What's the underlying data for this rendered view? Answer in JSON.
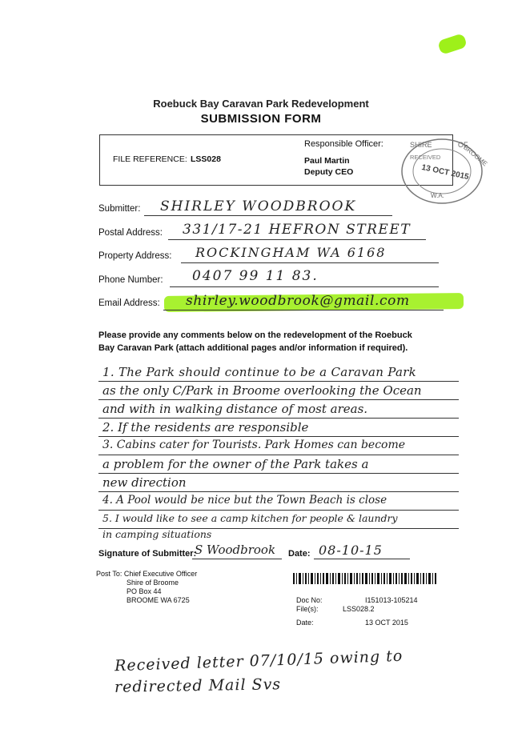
{
  "header": {
    "title": "Roebuck Bay Caravan Park Redevelopment",
    "subtitle": "SUBMISSION FORM"
  },
  "reference_box": {
    "file_reference_label": "FILE REFERENCE:",
    "file_reference_value": "LSS028",
    "responsible_officer_label": "Responsible Officer:",
    "officer_name": "Paul Martin",
    "officer_title": "Deputy CEO"
  },
  "stamp": {
    "line1": "SHIRE",
    "line2": "OF",
    "line3": "BROOME",
    "received": "RECEIVED",
    "date": "13 OCT 2015",
    "state": "W.A."
  },
  "fields": {
    "submitter_label": "Submitter:",
    "submitter_value": "SHIRLEY WOODBROOK",
    "postal_label": "Postal Address:",
    "postal_value": "331/17-21 HEFRON STREET",
    "property_label": "Property Address:",
    "property_value": "ROCKINGHAM WA 6168",
    "phone_label": "Phone Number:",
    "phone_value": "0407 99 11 83.",
    "email_label": "Email Address:",
    "email_value": "shirley.woodbrook@gmail.com"
  },
  "instructions": {
    "line1": "Please provide any comments below on the redevelopment of the Roebuck",
    "line2": "Bay Caravan Park (attach additional pages and/or information if required)."
  },
  "comments": [
    "1. The Park should continue to be a Caravan Park",
    "as the only C/Park in Broome overlooking the Ocean",
    "and with in walking distance of most areas.",
    "2. If the residents are responsible",
    "3. Cabins cater for Tourists. Park Homes can become",
    "a problem for the owner of the Park takes a",
    "new direction",
    "4. A Pool would be nice but the Town Beach is close",
    "5. I would like to see a camp kitchen for people & laundry",
    "in camping situations"
  ],
  "signature": {
    "label": "Signature of Submitter:",
    "value": "S Woodbrook",
    "date_label": "Date:",
    "date_value": "08-10-15"
  },
  "post_to": {
    "line1": "Post To: Chief Executive Officer",
    "line2": "Shire of Broome",
    "line3": "PO Box 44",
    "line4": "BROOME WA 6725"
  },
  "records": {
    "doc_no_label": "Doc No:",
    "doc_no_value": "I151013-105214",
    "files_label": "File(s):",
    "files_value": "LSS028.2",
    "date_label": "Date:",
    "date_value": "13 OCT 2015"
  },
  "note": {
    "line1": "Received letter 07/10/15 owing to",
    "line2": "redirected Mail Svs"
  },
  "colors": {
    "highlight": "#9ef01a"
  }
}
